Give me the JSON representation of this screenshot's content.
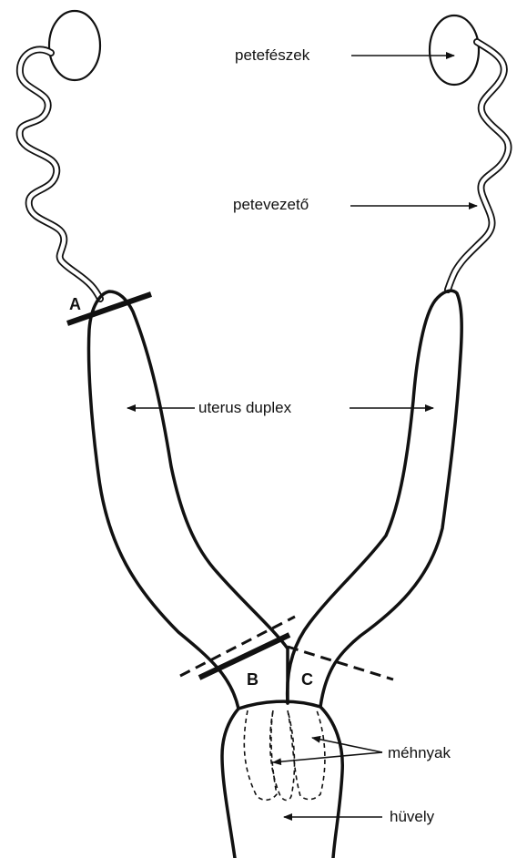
{
  "labels": {
    "ovary": "petefészek",
    "oviduct": "petevezető",
    "uterus": "uterus duplex",
    "cervix": "méhnyak",
    "vagina": "hüvely"
  },
  "markers": {
    "a": "A",
    "b": "B",
    "c": "C"
  },
  "colors": {
    "ink": "#111111",
    "background": "#ffffff"
  }
}
